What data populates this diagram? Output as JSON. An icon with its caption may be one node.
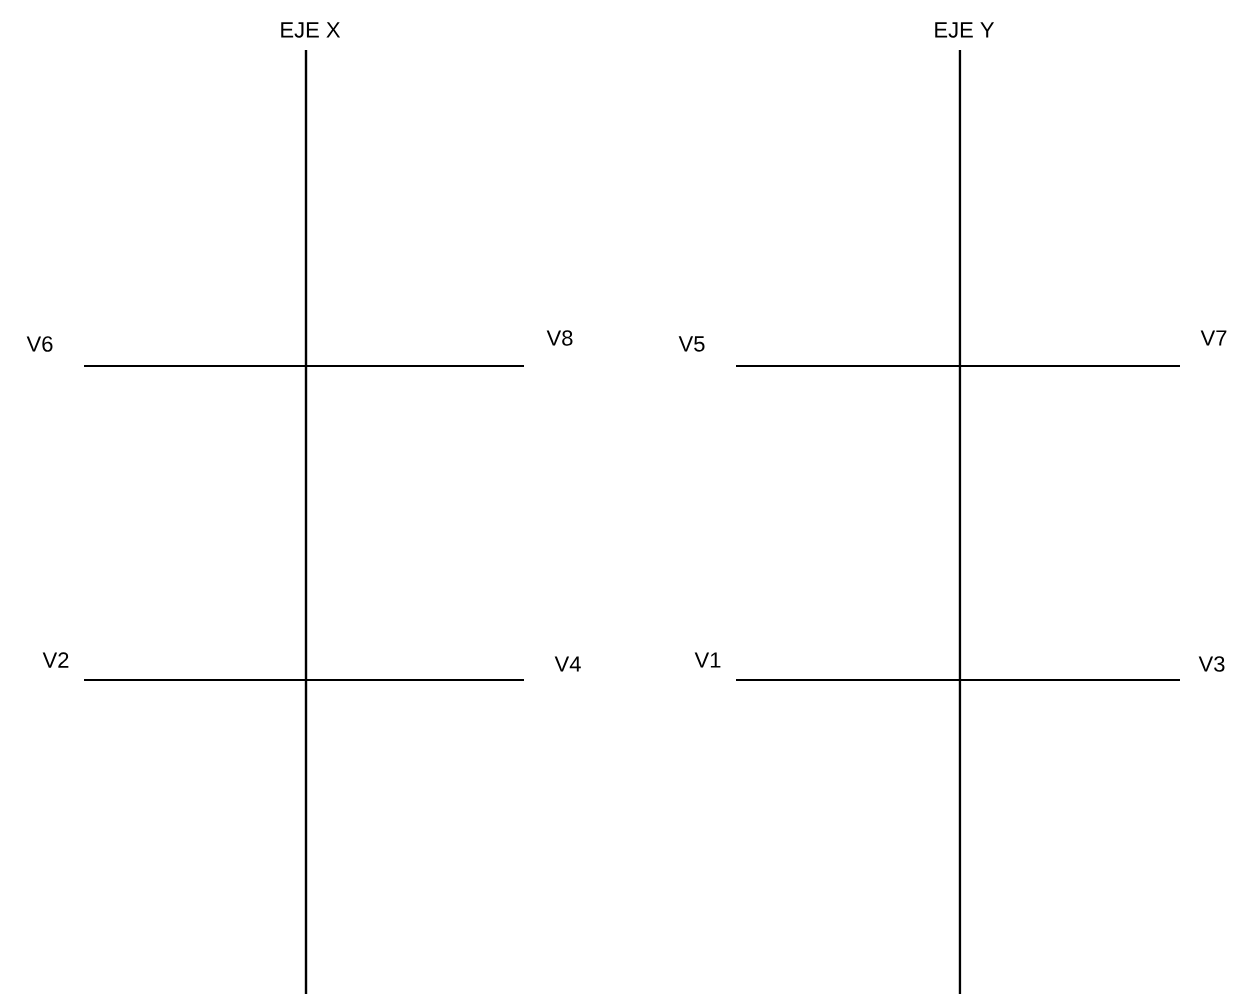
{
  "diagram": {
    "labels": [
      "EJE X",
      "EJE Y",
      "V6",
      "V8",
      "V5",
      "V7",
      "V2",
      "V4",
      "V1",
      "V3"
    ]
  }
}
